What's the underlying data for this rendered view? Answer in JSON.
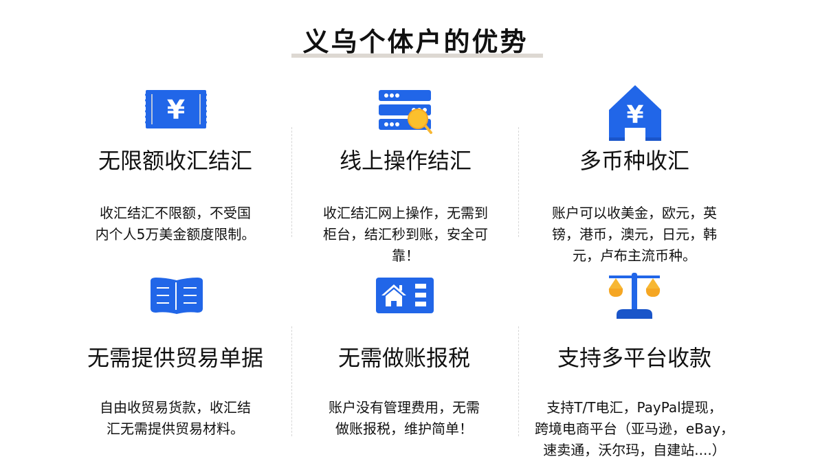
{
  "header": {
    "title": "义乌个体户的优势"
  },
  "colors": {
    "primary_blue": "#2166e8",
    "accent_yellow": "#f7b733",
    "divider_gray": "#d6d6d6",
    "underline_gray": "#ddd8d2"
  },
  "features": [
    {
      "icon": "yuan-ticket-icon",
      "title": "无限额收汇结汇",
      "desc_lines": [
        "收汇结汇不限额，不受国",
        "内个人5万美金额度限制。"
      ]
    },
    {
      "icon": "server-search-icon",
      "title": "线上操作结汇",
      "desc_lines": [
        "收汇结汇网上操作，无需到",
        "柜台，结汇秒到账，安全可",
        "靠！"
      ]
    },
    {
      "icon": "yuan-house-icon",
      "title": "多币种收汇",
      "desc_lines": [
        "账户可以收美金，欧元，英",
        "镑，港币，澳元，日元，韩",
        "元，卢布主流币种。"
      ]
    },
    {
      "icon": "open-book-icon",
      "title": "无需提供贸易单据",
      "desc_lines": [
        "自由收贸易货款，收汇结",
        "汇无需提供贸易材料。"
      ]
    },
    {
      "icon": "home-list-card-icon",
      "title": "无需做账报税",
      "desc_lines": [
        "账户没有管理费用，无需",
        "做账报税，维护简单！"
      ]
    },
    {
      "icon": "balance-scale-icon",
      "title": "支持多平台收款",
      "desc_lines": [
        "支持T/T电汇，PayPal提现，",
        "跨境电商平台（亚马逊，eBay，",
        "速卖通，沃尔玛，自建站....）"
      ]
    }
  ]
}
